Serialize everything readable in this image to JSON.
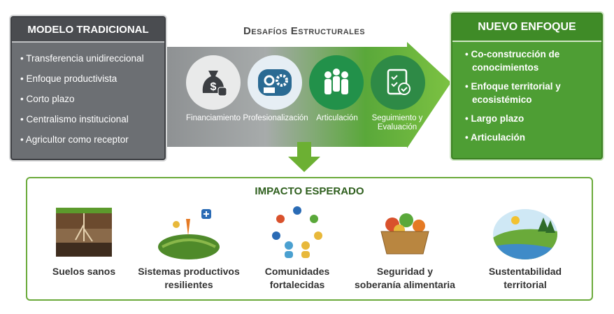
{
  "traditional": {
    "title": "MODELO TRADICIONAL",
    "items": [
      "Transferencia unidireccional",
      "Enfoque productivista",
      "Corto plazo",
      "Centralismo institucional",
      "Agricultor como receptor"
    ]
  },
  "challenges": {
    "title": "Desafíos Estructurales",
    "items": [
      {
        "label": "Financiamiento",
        "icon": "money-bag-icon"
      },
      {
        "label": "Profesionalización",
        "icon": "professional-gear-icon"
      },
      {
        "label": "Articulación",
        "icon": "people-group-icon"
      },
      {
        "label": "Seguimiento y Evaluación",
        "icon": "checklist-icon"
      }
    ]
  },
  "new_approach": {
    "title": "NUEVO ENFOQUE",
    "items": [
      "Co-construcción de conocimientos",
      "Enfoque territorial y ecosistémico",
      "Largo plazo",
      "Articulación"
    ]
  },
  "impact": {
    "title": "IMPACTO ESPERADO",
    "items": [
      {
        "label": "Suelos sanos",
        "icon": "soil-icon"
      },
      {
        "label": "Sistemas productivos resilientes",
        "icon": "crops-icon"
      },
      {
        "label": "Comunidades fortalecidas",
        "icon": "community-icon"
      },
      {
        "label": "Seguridad y soberanía alimentaria",
        "icon": "food-basket-icon"
      },
      {
        "label": "Sustentabilidad territorial",
        "icon": "landscape-icon"
      }
    ]
  },
  "colors": {
    "gray": "#6c6f73",
    "green": "#4e9e34",
    "dark_green": "#3f8b27"
  }
}
